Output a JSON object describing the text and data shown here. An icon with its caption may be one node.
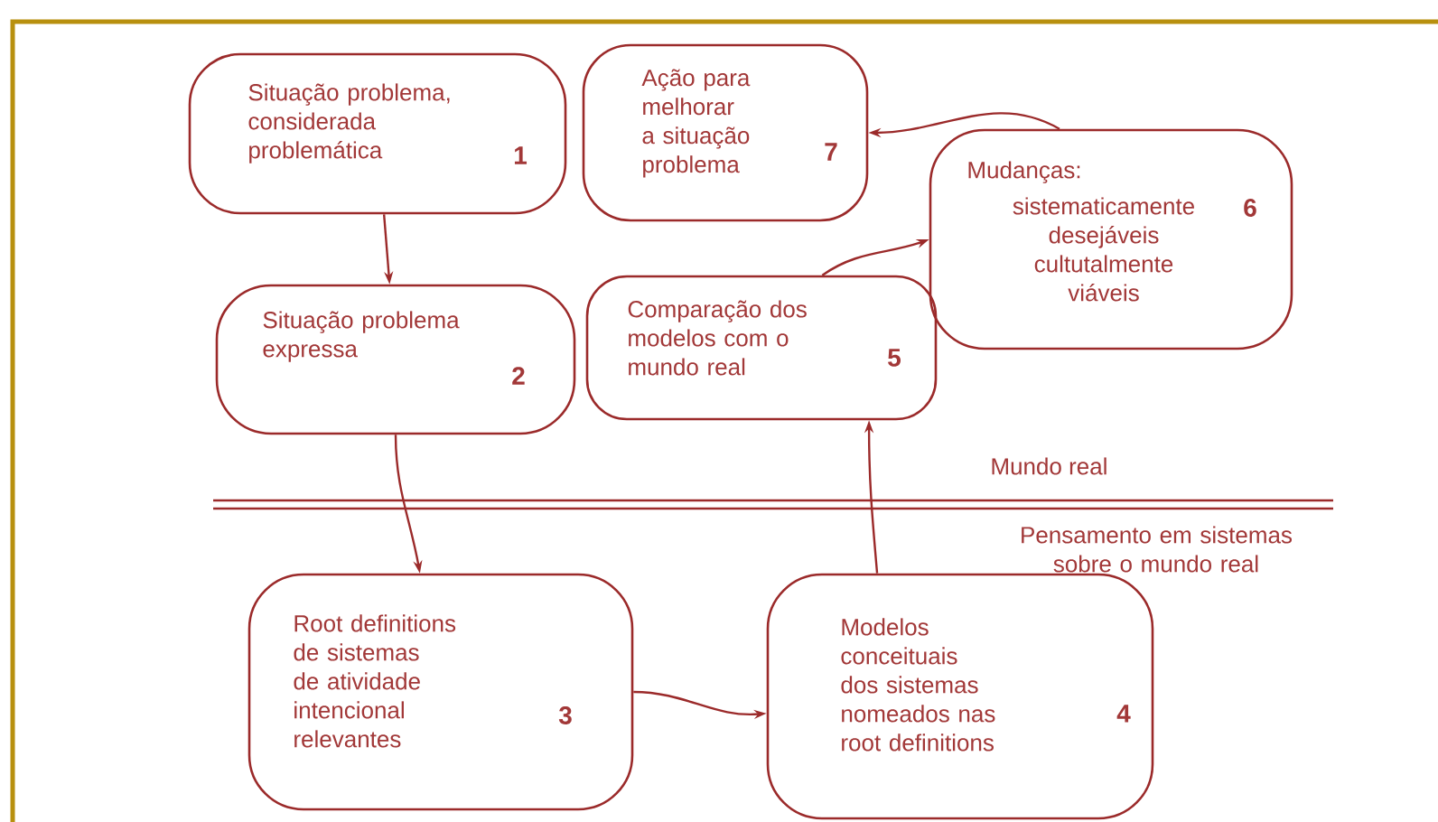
{
  "diagram": {
    "nodes": [
      {
        "text": [
          "Situação problema, considerada problemática",
          "1"
        ]
      },
      {
        "text": [
          "Situação problema expressa",
          "2"
        ]
      },
      {
        "text": [
          "Root definitions de sistemas de atividade intencional relevantes",
          "3"
        ]
      },
      {
        "text": [
          "Modelos conceituais dos sistemas nomeados nas root definitions",
          "4"
        ]
      },
      {
        "text": [
          "Comparação dos modelos com o mundo real",
          "5"
        ]
      },
      {
        "text": [
          "Mudanças:",
          "sistematicamente desejáveis cultutalmente viáveis",
          "6"
        ]
      },
      {
        "text": [
          "Ação para melhorar a situação problema",
          "7"
        ]
      }
    ],
    "edges": [
      {
        "from": 0,
        "to": 1,
        "arrow": "to"
      },
      {
        "from": 1,
        "to": 2,
        "arrow": "to"
      },
      {
        "from": 2,
        "to": 3,
        "arrow": "to"
      },
      {
        "from": 3,
        "to": 4,
        "arrow": "to"
      },
      {
        "from": 4,
        "to": 5,
        "arrow": "to"
      },
      {
        "from": 5,
        "to": 6,
        "arrow": "to"
      }
    ],
    "labels": [
      "Mundo real",
      "Pensamento em sistemas sobre o mundo real"
    ]
  }
}
